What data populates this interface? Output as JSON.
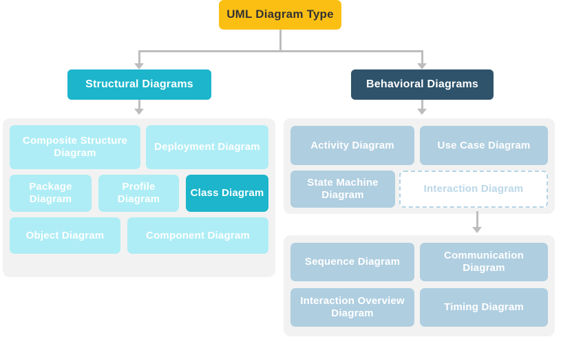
{
  "diagram": {
    "title_text": "UML Diagram Type",
    "colors": {
      "root": "#FBBF14",
      "structural": "#1CB5CB",
      "behavioral": "#2E536B",
      "structural_leaf": "#AEEDF5",
      "behavioral_leaf": "#AFCEE0",
      "panel": "#F2F2F2",
      "connector": "#BDBDBD",
      "dashed_border": "#B4D3E6"
    },
    "root": {
      "label": "UML Diagram Type"
    },
    "branches": [
      {
        "label": "Structural Diagrams"
      },
      {
        "label": "Behavioral Diagrams"
      }
    ],
    "structural_nodes": [
      {
        "label": "Composite Structure Diagram",
        "state": "normal"
      },
      {
        "label": "Deployment Diagram",
        "state": "normal"
      },
      {
        "label": "Package Diagram",
        "state": "normal"
      },
      {
        "label": "Profile Diagram",
        "state": "normal"
      },
      {
        "label": "Class Diagram",
        "state": "highlighted"
      },
      {
        "label": "Object Diagram",
        "state": "normal"
      },
      {
        "label": "Component Diagram",
        "state": "normal"
      }
    ],
    "behavioral_nodes": [
      {
        "label": "Activity Diagram",
        "state": "normal"
      },
      {
        "label": "Use Case Diagram",
        "state": "normal"
      },
      {
        "label": "State Machine Diagram",
        "state": "normal"
      },
      {
        "label": "Interaction Diagram",
        "state": "dashed"
      }
    ],
    "interaction_nodes": [
      {
        "label": "Sequence Diagram",
        "state": "normal"
      },
      {
        "label": "Communication Diagram",
        "state": "normal"
      },
      {
        "label": "Interaction Overview Diagram",
        "state": "normal"
      },
      {
        "label": "Timing Diagram",
        "state": "normal"
      }
    ]
  }
}
